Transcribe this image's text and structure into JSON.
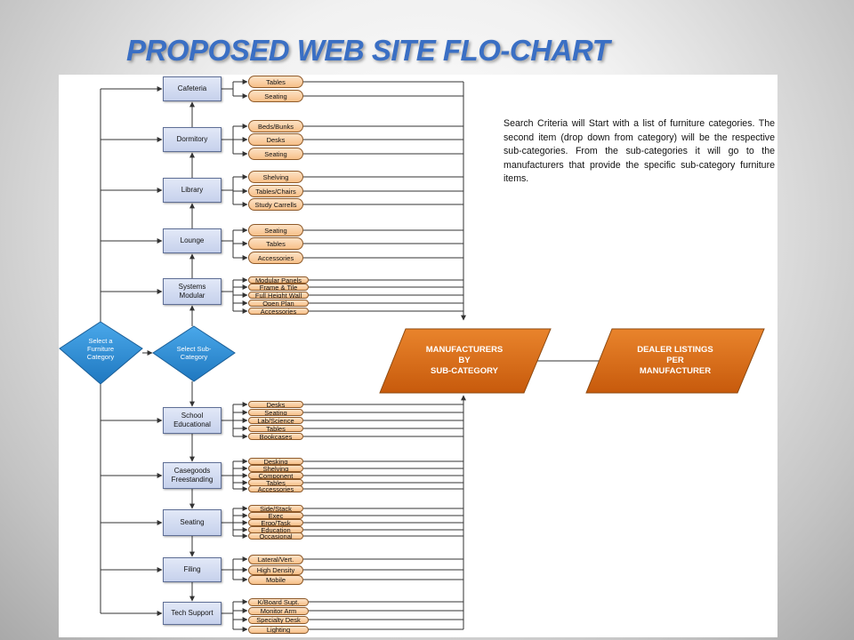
{
  "title": "PROPOSED WEB SITE FLO-CHART",
  "start_diamond": "Select a\nFurniture\nCategory",
  "sub_diamond": "Select Sub-\nCategory",
  "manufacturers_box": "MANUFACTURERS\nBY\nSUB-CATEGORY",
  "dealer_box": "DEALER LISTINGS\nPER\nMANUFACTURER",
  "note": "Search Criteria will Start with a list of furniture categories. The second item (drop down from category) will be the respective sub-categories. From the sub-categories it will go to the manufacturers that provide the specific sub-category furniture items.",
  "colors": {
    "title": "#3a6fc4",
    "diamond": "#2f8fd6",
    "parallelogram": "#d96a18",
    "category_box": "#c6d1ec",
    "sub_pill": "#f7c089"
  },
  "categories": [
    {
      "name": "Cafeteria",
      "subs": [
        "Tables",
        "Seating"
      ]
    },
    {
      "name": "Dormitory",
      "subs": [
        "Beds/Bunks",
        "Desks",
        "Seating"
      ]
    },
    {
      "name": "Library",
      "subs": [
        "Shelving",
        "Tables/Chairs",
        "Study Carrells"
      ]
    },
    {
      "name": "Lounge",
      "subs": [
        "Seating",
        "Tables",
        "Accessories"
      ]
    },
    {
      "name": "Systems\nModular",
      "subs": [
        "Modular Panels",
        "Frame & Tile",
        "Full Height Wall",
        "Open Plan",
        "Accessories"
      ]
    },
    {
      "name": "School\nEducational",
      "subs": [
        "Desks",
        "Seating",
        "Lab/Science",
        "Tables",
        "Bookcases"
      ]
    },
    {
      "name": "Casegoods\nFreestanding",
      "subs": [
        "Desking",
        "Shelving",
        "Component",
        "Tables",
        "Accessories"
      ]
    },
    {
      "name": "Seating",
      "subs": [
        "Side/Stack",
        "Exec",
        "Ergo/Task",
        "Education",
        "Occasional"
      ]
    },
    {
      "name": "Filing",
      "subs": [
        "Lateral/Vert.",
        "High Density",
        "Mobile"
      ]
    },
    {
      "name": "Tech Support",
      "subs": [
        "K/Board Supt.",
        "Monitor Arm",
        "Specialty Desk",
        "Lighting"
      ]
    }
  ]
}
